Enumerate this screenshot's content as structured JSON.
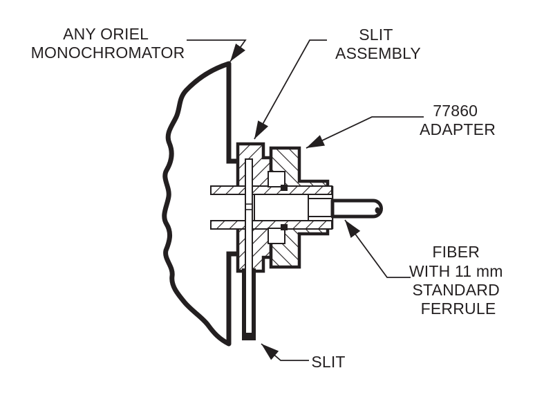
{
  "diagram": {
    "title": "Monochromator fiber adapter cross-section",
    "colors": {
      "ink": "#231f20",
      "background": "#ffffff"
    },
    "labels": {
      "monochromator": {
        "lines": [
          "ANY ORIEL",
          "MONOCHROMATOR"
        ]
      },
      "slit_assembly": {
        "lines": [
          "SLIT",
          "ASSEMBLY"
        ]
      },
      "adapter": {
        "lines": [
          "77860",
          "ADAPTER"
        ]
      },
      "fiber": {
        "lines": [
          "FIBER",
          "WITH 11 mm",
          "STANDARD",
          "FERRULE"
        ]
      },
      "slit": {
        "lines": [
          "SLIT"
        ]
      }
    }
  }
}
